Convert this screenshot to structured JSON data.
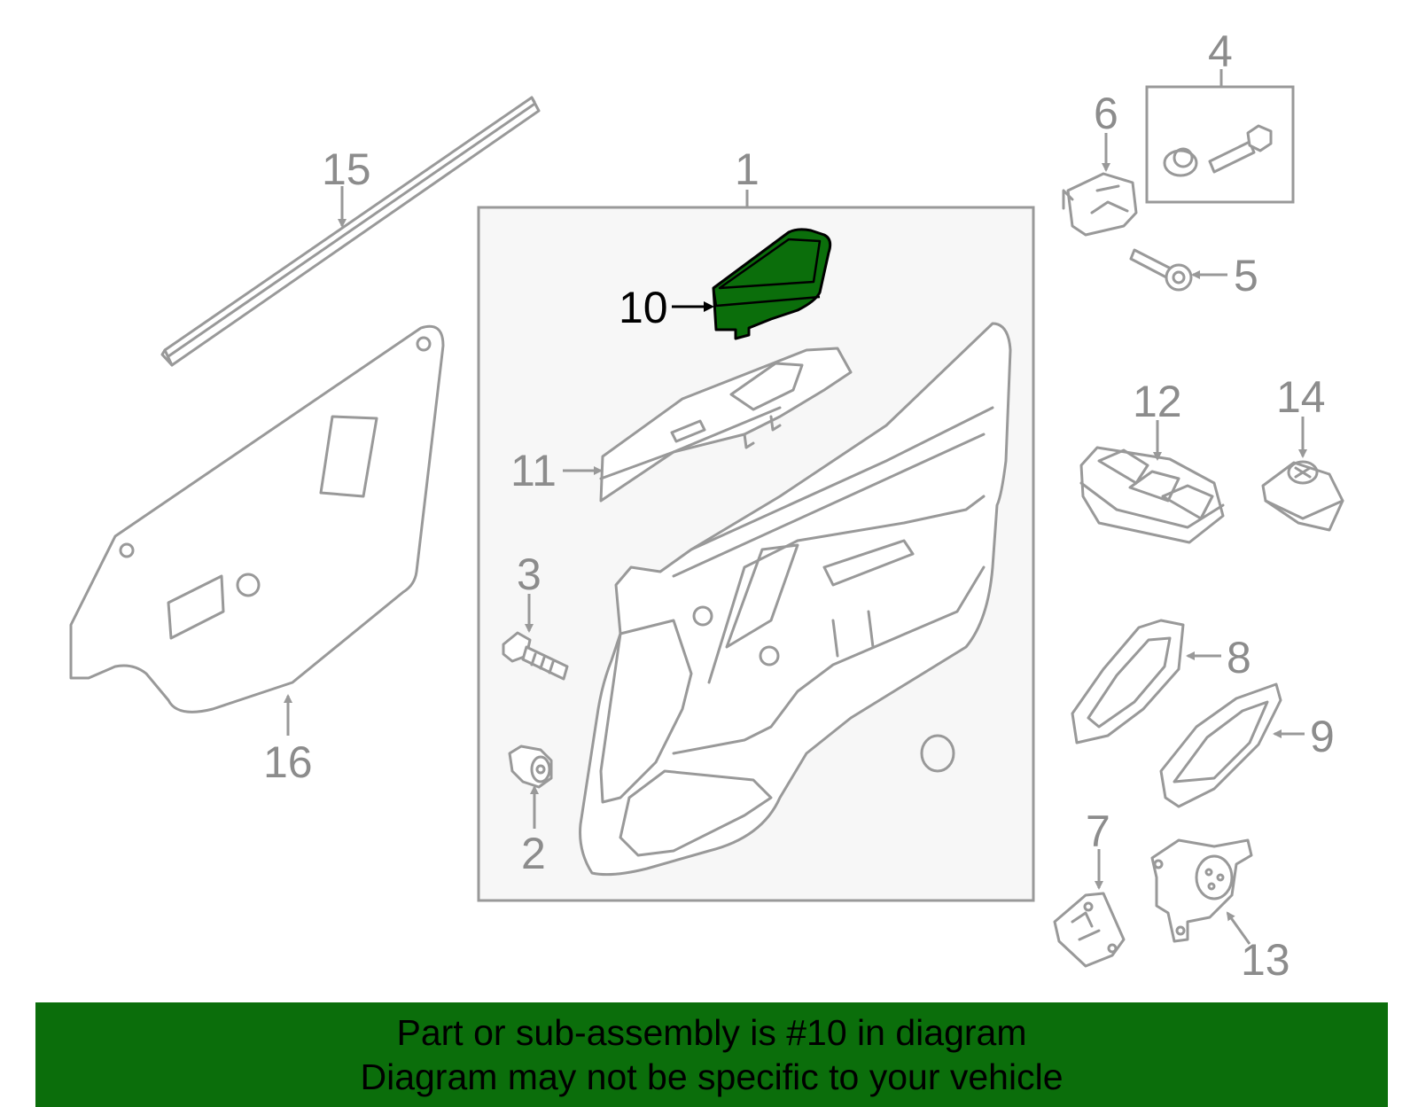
{
  "callouts": {
    "c1": "1",
    "c2": "2",
    "c3": "3",
    "c4": "4",
    "c5": "5",
    "c6": "6",
    "c7": "7",
    "c8": "8",
    "c9": "9",
    "c10": "10",
    "c11": "11",
    "c12": "12",
    "c13": "13",
    "c14": "14",
    "c15": "15",
    "c16": "16"
  },
  "highlighted_part": "10",
  "colors": {
    "highlight_fill": "#0b6e0b",
    "banner_bg": "#0b6e0b",
    "line_gray": "#999999",
    "panel_bg": "#f7f7f7"
  },
  "banner": {
    "line1": "Part or sub-assembly is #10 in diagram",
    "line2": "Diagram may not be specific to your vehicle"
  }
}
